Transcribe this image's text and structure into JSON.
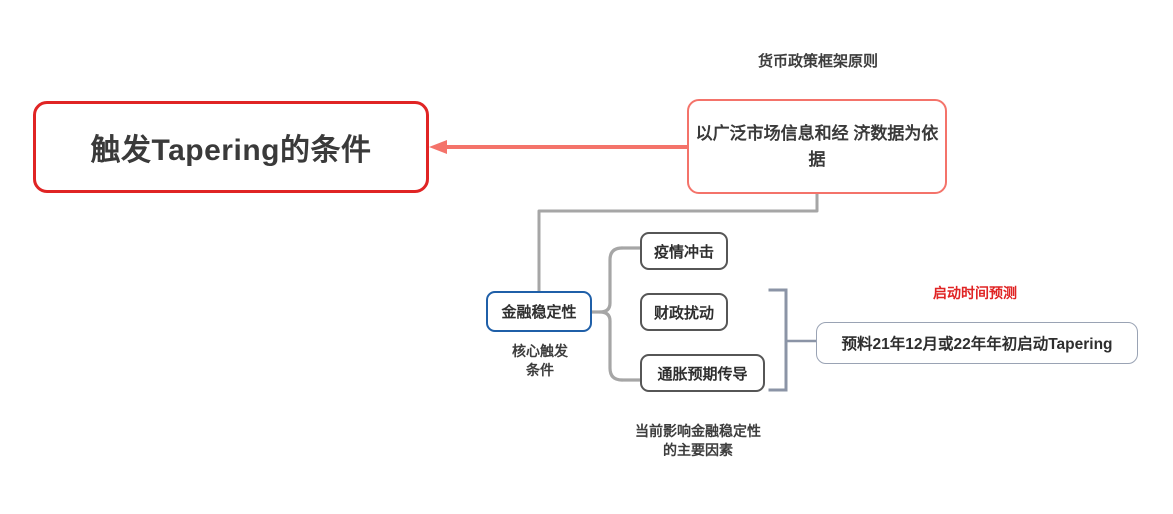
{
  "diagram": {
    "root": {
      "label": "触发Tapering的条件",
      "border_color": "#e02424"
    },
    "principle": {
      "caption": "货币政策框架原则",
      "label": "以广泛市场信息和经\n济数据为依据",
      "border_color": "#f4736a"
    },
    "core": {
      "label": "金融稳定性",
      "caption": "核心触发\n条件",
      "border_color": "#1f5fa8"
    },
    "factors": {
      "caption": "当前影响金融稳定性\n的主要因素",
      "border_color": "#565656",
      "items": [
        {
          "label": "疫情冲击"
        },
        {
          "label": "财政扰动"
        },
        {
          "label": "通胀预期传导"
        }
      ]
    },
    "timing": {
      "caption": "启动时间预测",
      "caption_color": "#e02424",
      "label": "预料21年12月或22年年初启动Tapering",
      "border_color": "#9aa3b4"
    },
    "connector_colors": {
      "arrow": "#f4736a",
      "stem": "#f4736a",
      "tree": "#a6a6a6",
      "brace": "#a6a6a6",
      "bracket": "#8b94a6"
    }
  }
}
